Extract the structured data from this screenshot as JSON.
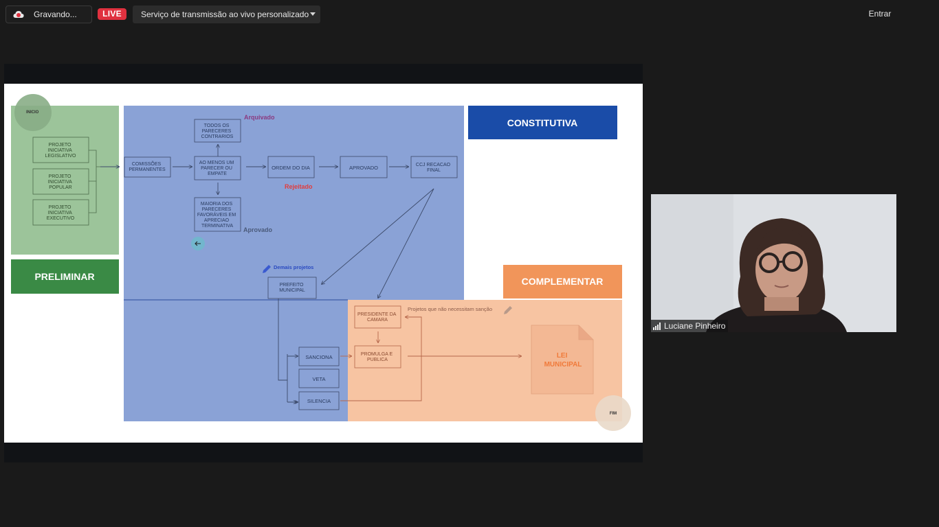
{
  "topbar": {
    "recording_label": "Gravando...",
    "live_badge": "LIVE",
    "stream_service": "Serviço de transmissão ao vivo personalizado",
    "enter_button": "Entrar"
  },
  "slide": {
    "inicio": "INICIO",
    "fim": "FIM",
    "preliminar": "PRELIMINAR",
    "constitutiva": "CONSTITUTIVA",
    "complementar": "COMPLEMENTAR",
    "projeto_legislativo": [
      "PROJETO",
      "INICIATIVA",
      "LEGISLATIVO"
    ],
    "projeto_popular": [
      "PROJETO",
      "INICIATIVA",
      "POPULAR"
    ],
    "projeto_executivo": [
      "PROJETO",
      "INICIATIVA",
      "EXECUTIVO"
    ],
    "comissoes": [
      "COMISSÕES",
      "PERMANENTES"
    ],
    "todos_pareceres": [
      "TODOS OS",
      "PARECERES",
      "CONTRARIOS"
    ],
    "ao_menos": [
      "AO MENOS UM",
      "PARECER OU",
      "EMPATE"
    ],
    "maioria": [
      "MAIORIA DOS",
      "PARECERES",
      "FAVORÁVEIS EM",
      "APRECIAO",
      "TERMINATIVA"
    ],
    "ordem_do_dia": "ORDEM DO DIA",
    "aprovado_box": "APROVADO",
    "ccj": [
      "CCJ RECACAO",
      "FINAL"
    ],
    "arquivado": "Arquivado",
    "rejeitado": "Rejeitado",
    "aprovado_label": "Aprovado",
    "demais_projetos": "Demais projetos",
    "prefeito": [
      "PREFEITO",
      "MUNICIPAL"
    ],
    "presidente": [
      "PRESIDENTE DA",
      "CAMARA"
    ],
    "projetos_sem_sancao": "Projetos que não necessitam sanção",
    "promulga": [
      "PROMULGA E",
      "PUBLICA"
    ],
    "sanciona": "SANCIONA",
    "veta": "VETA",
    "silencia": "SILENCIA",
    "lei_municipal": [
      "LEI",
      "MUNICIPAL"
    ]
  },
  "participant": {
    "name": "Luciane Pinheiro"
  },
  "colors": {
    "live_red": "#e0313f",
    "green_panel": "#9cc49a",
    "green_dark": "#3a8a45",
    "blue_panel": "#8aa2d6",
    "blue_dark": "#1a4ca8",
    "orange_panel": "#f7c4a2",
    "orange_dark": "#f1955a"
  }
}
